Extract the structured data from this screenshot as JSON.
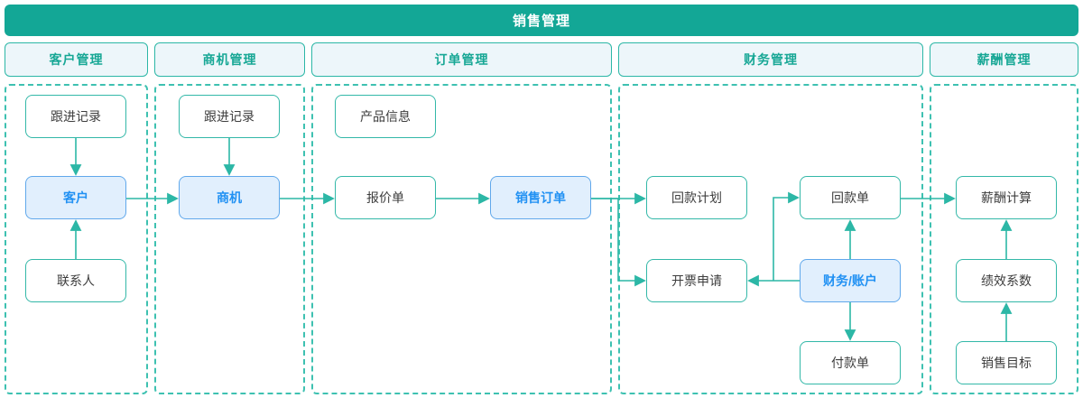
{
  "title": "销售管理",
  "colors": {
    "banner_bg": "#13A796",
    "banner_text": "#FFFFFF",
    "section_header_bg": "#EDF6FA",
    "section_header_text": "#17A795",
    "teal_border": "#2CB7A6",
    "dashed_container_border": "#3EC1B1",
    "node_border": "#33B8A8",
    "node_text": "#3D3D3D",
    "highlight_node_bg": "#E1EFFD",
    "highlight_node_border": "#60A8EB",
    "highlight_node_text": "#2191F3",
    "arrow": "#2CB7A6"
  },
  "sections": [
    {
      "title": "客户管理"
    },
    {
      "title": "商机管理"
    },
    {
      "title": "订单管理"
    },
    {
      "title": "财务管理"
    },
    {
      "title": "薪酬管理"
    }
  ],
  "nodes": [
    {
      "label": "跟进记录",
      "section": "客户管理",
      "highlighted": false
    },
    {
      "label": "客户",
      "section": "客户管理",
      "highlighted": true
    },
    {
      "label": "联系人",
      "section": "客户管理",
      "highlighted": false
    },
    {
      "label": "跟进记录",
      "section": "商机管理",
      "highlighted": false
    },
    {
      "label": "商机",
      "section": "商机管理",
      "highlighted": true
    },
    {
      "label": "产品信息",
      "section": "订单管理",
      "highlighted": false
    },
    {
      "label": "报价单",
      "section": "订单管理",
      "highlighted": false
    },
    {
      "label": "销售订单",
      "section": "订单管理",
      "highlighted": true
    },
    {
      "label": "回款计划",
      "section": "财务管理",
      "highlighted": false
    },
    {
      "label": "开票申请",
      "section": "财务管理",
      "highlighted": false
    },
    {
      "label": "回款单",
      "section": "财务管理",
      "highlighted": false
    },
    {
      "label": "财务/账户",
      "section": "财务管理",
      "highlighted": true
    },
    {
      "label": "付款单",
      "section": "财务管理",
      "highlighted": false
    },
    {
      "label": "薪酬计算",
      "section": "薪酬管理",
      "highlighted": false
    },
    {
      "label": "绩效系数",
      "section": "薪酬管理",
      "highlighted": false
    },
    {
      "label": "销售目标",
      "section": "薪酬管理",
      "highlighted": false
    }
  ],
  "edges": [
    {
      "from": "跟进记录(客户管理)",
      "to": "客户"
    },
    {
      "from": "联系人",
      "to": "客户"
    },
    {
      "from": "客户",
      "to": "商机"
    },
    {
      "from": "跟进记录(商机管理)",
      "to": "商机"
    },
    {
      "from": "商机",
      "to": "报价单"
    },
    {
      "from": "报价单",
      "to": "销售订单"
    },
    {
      "from": "销售订单",
      "to": "回款计划"
    },
    {
      "from": "销售订单",
      "to": "开票申请"
    },
    {
      "from": "财务/账户",
      "to": "开票申请"
    },
    {
      "from": "财务/账户",
      "to": "回款单"
    },
    {
      "from": "回款单",
      "to": "薪酬计算"
    },
    {
      "from": "财务/账户",
      "to": "付款单"
    },
    {
      "from": "绩效系数",
      "to": "薪酬计算"
    },
    {
      "from": "销售目标",
      "to": "绩效系数"
    }
  ]
}
